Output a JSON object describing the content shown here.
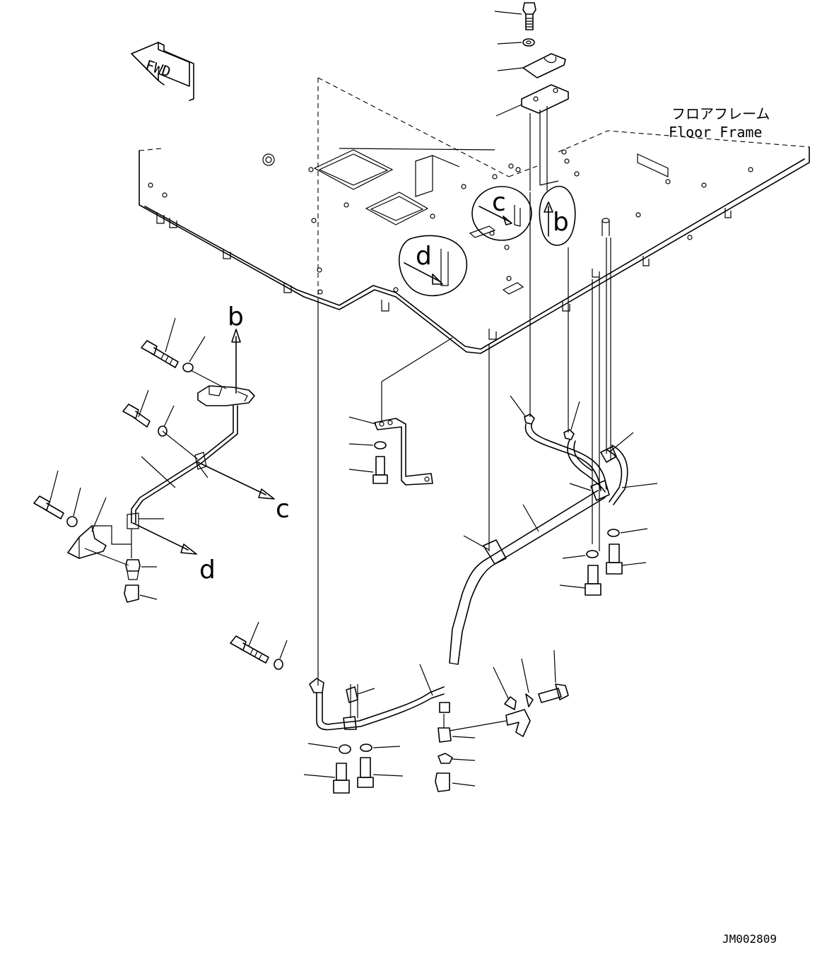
{
  "labels": {
    "floor_frame_jp": "フロアフレーム",
    "floor_frame_en": "Floor Frame",
    "fwd": "FWD",
    "drawing_id": "JM002809"
  },
  "callouts": {
    "b_top": "b",
    "c_top": "c",
    "d_top": "d",
    "b_left": "b",
    "c_left": "c",
    "d_left": "d"
  }
}
